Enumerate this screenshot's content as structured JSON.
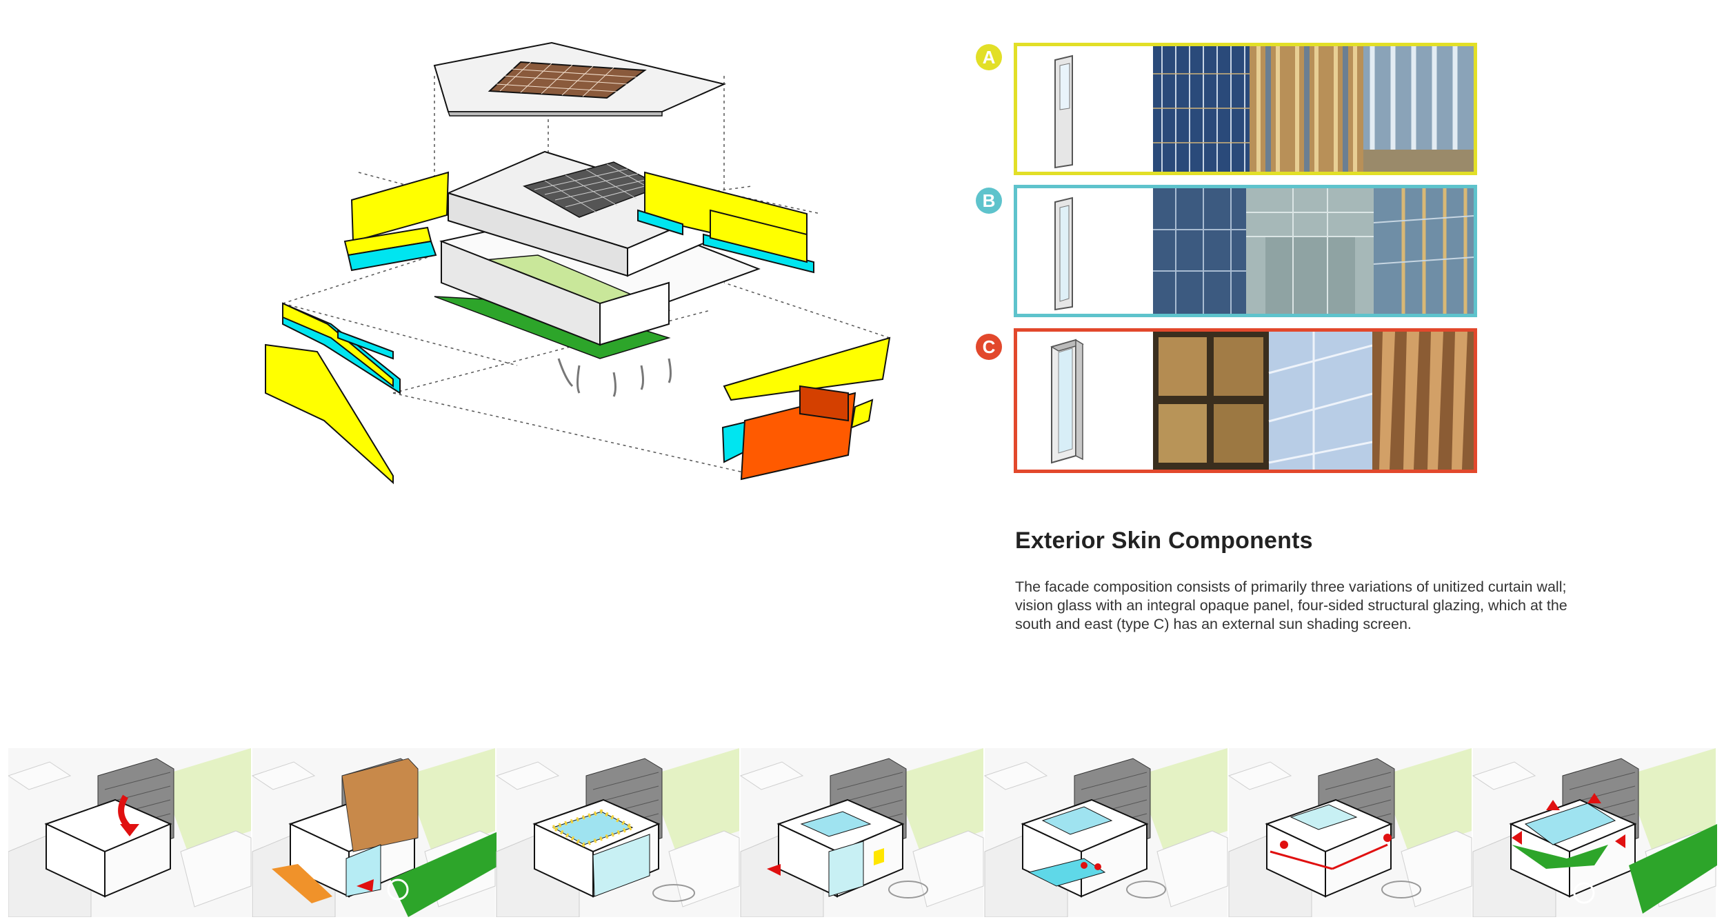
{
  "panels": [
    {
      "label": "A",
      "color": "#e2df27"
    },
    {
      "label": "B",
      "color": "#5ec3cc"
    },
    {
      "label": "C",
      "color": "#e2482c"
    }
  ],
  "section": {
    "title": "Exterior Skin Components",
    "description": "The facade composition consists of primarily three variations of unitized curtain wall; vision glass with an integral opaque panel, four-sided structural glazing, which at the south and east (type C) has an external sun shading screen."
  },
  "colors": {
    "yellow": "#ffff00",
    "cyan": "#00e5f0",
    "orange": "#ff5a00",
    "green": "#2da52a",
    "light_green": "#d7f0a8"
  },
  "diagram_sequence_steps": 7
}
